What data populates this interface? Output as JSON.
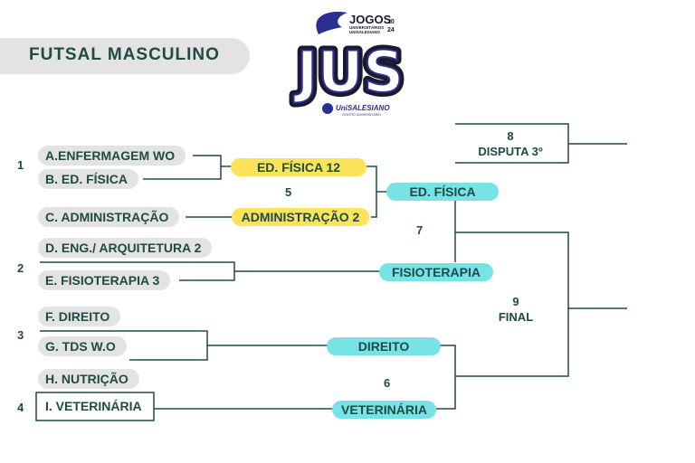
{
  "title": "FUTSAL MASCULINO",
  "logo": {
    "top_text": "JOGOS",
    "sub_text1": "UNIVERSITÁRIOS",
    "sub_text2": "UNISALESIANO",
    "year_a": "20",
    "year_b": "24",
    "main_text": "JUS",
    "brand_text": "UniSALESIANO",
    "brand_sub": "CENTRO UNIVERSITÁRIO"
  },
  "groups": [
    "1",
    "2",
    "3",
    "4"
  ],
  "teams": {
    "a": "A.ENFERMAGEM WO",
    "b": "B. ED. FÍSICA",
    "c": "C. ADMINISTRAÇÃO",
    "d": "D. ENG./ ARQUITETURA 2",
    "e": "E. FISIOTERAPIA 3",
    "f": "F. DIREITO",
    "g": "G. TDS W.O",
    "h": "H. NUTRIÇÃO",
    "i": "I. VETERINÁRIA"
  },
  "winners": {
    "edfisica12": "ED. FÍSICA 12",
    "administracao2": "ADMINISTRAÇÃO 2",
    "edfisica": "ED. FÍSICA",
    "fisioterapia": "FISIOTERAPIA",
    "direito": "DIREITO",
    "veterinaria": "VETERINÁRIA"
  },
  "matches": {
    "m5": "5",
    "m6": "6",
    "m7": "7",
    "m8_num": "8",
    "m8_label": "DISPUTA 3º",
    "m9_num": "9",
    "m9_label": "FINAL"
  },
  "colors": {
    "text": "#1f4a45",
    "pill": "#e3e3e3",
    "yellow": "#fbe35a",
    "cyan": "#78e3e6"
  }
}
